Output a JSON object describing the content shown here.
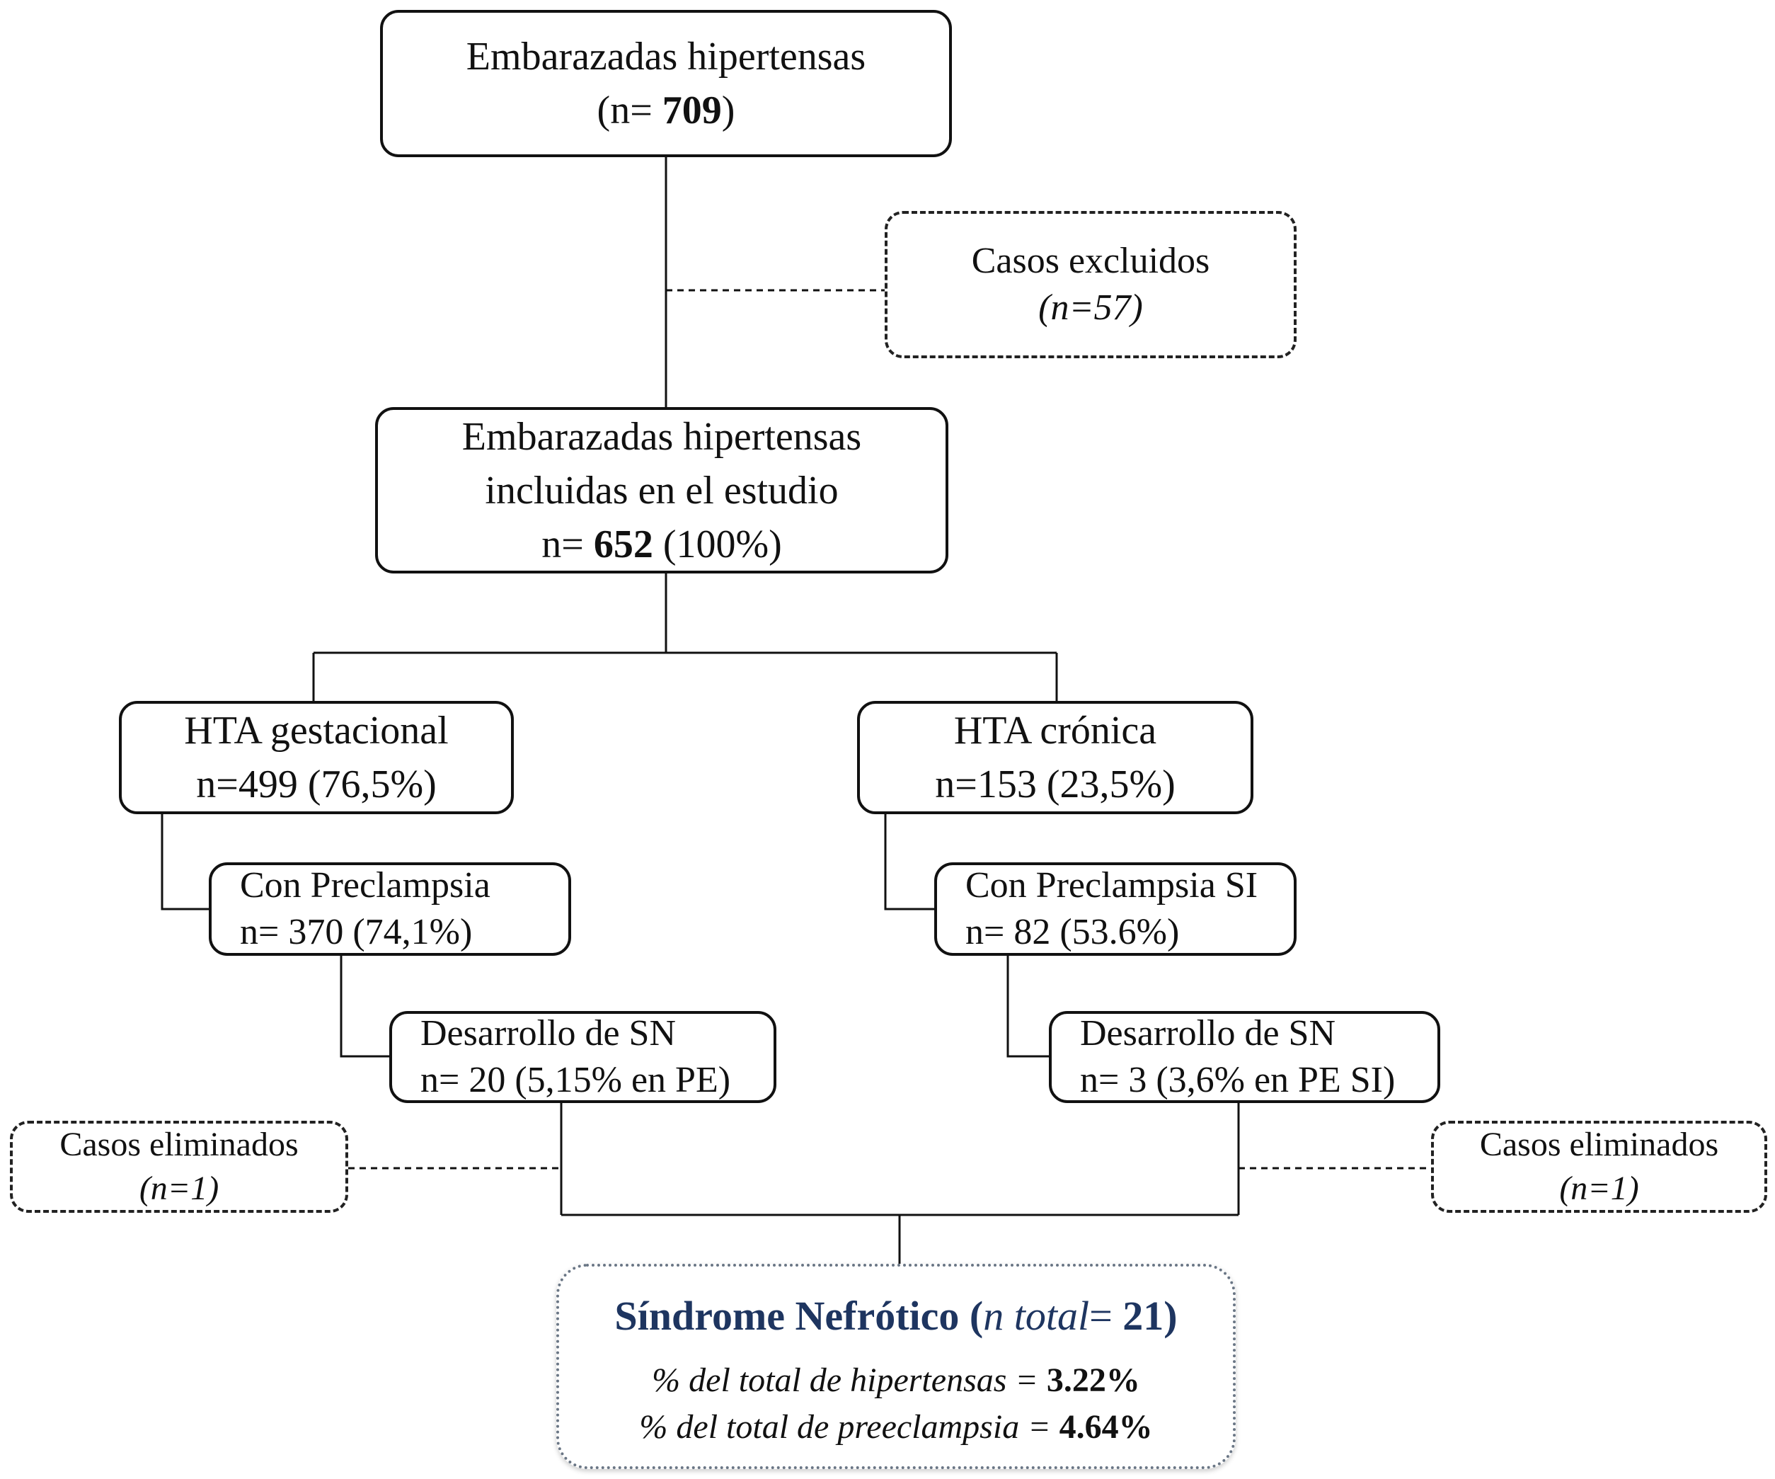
{
  "nodes": {
    "root": {
      "title": "Embarazadas hipertensas",
      "n_prefix": "(n= ",
      "n_value": "709",
      "n_suffix": ")"
    },
    "excluded": {
      "title": "Casos excluidos",
      "n": "(n=57)"
    },
    "included": {
      "line1": "Embarazadas hipertensas",
      "line2": "incluidas en el estudio",
      "n_prefix": "n= ",
      "n_value": "652",
      "n_suffix": " (100%)"
    },
    "gestational": {
      "title": "HTA gestacional",
      "n": "n=499 (76,5%)"
    },
    "chronic": {
      "title": "HTA crónica",
      "n": "n=153 (23,5%)"
    },
    "gest_preeclampsia": {
      "title": "Con Preclampsia",
      "n": "n= 370 (74,1%)"
    },
    "chron_preeclampsia": {
      "title": "Con Preclampsia SI",
      "n": "n= 82 (53.6%)"
    },
    "gest_sn": {
      "title": "Desarrollo de SN",
      "n": "n= 20 (5,15% en PE)"
    },
    "chron_sn": {
      "title": "Desarrollo de SN",
      "n": "n= 3 (3,6% en PE SI)"
    },
    "eliminated_left": {
      "title": "Casos eliminados",
      "n": "(n=1)"
    },
    "eliminated_right": {
      "title": "Casos eliminados",
      "n": "(n=1)"
    },
    "result": {
      "title": "Síndrome Nefrótico",
      "n_open": "(",
      "n_label": "n total",
      "n_equals": "= ",
      "n_value": "21",
      "n_close": ")",
      "stat1_label": "% del total de hipertensas = ",
      "stat1_value": "3.22%",
      "stat2_label": "% del total de preeclampsia = ",
      "stat2_value": "4.64%"
    }
  },
  "colors": {
    "line": "#111111",
    "result_title": "#1e3560",
    "result_border": "#6a7685"
  }
}
